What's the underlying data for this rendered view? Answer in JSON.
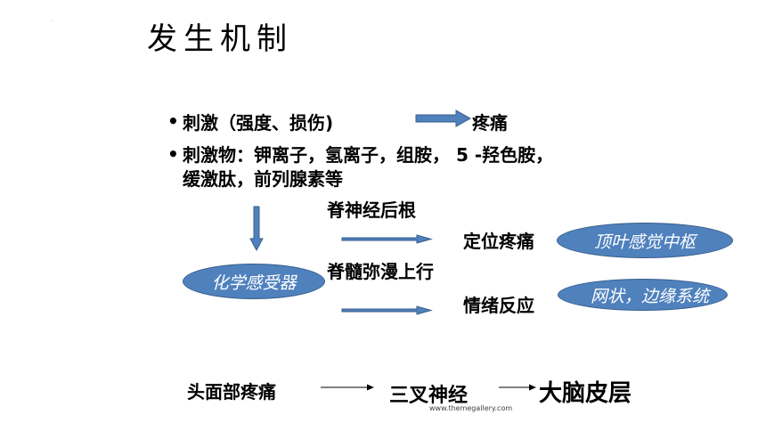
{
  "title": "发生机制",
  "corner_mark": ".",
  "bullets": {
    "b1_text": "刺激（强度、损伤)",
    "b1_result": "疼痛",
    "b2_line1": "刺激物：钾离子，氢离子，组胺， 5 -羟色胺，",
    "b2_line2": "缓激肽，前列腺素等",
    "dot": "•"
  },
  "pathway": {
    "dorsal_root": "脊神经后根",
    "receptor_oval": "化学感受器",
    "spinal_diffuse": "脊髓弥漫上行",
    "localization_pain": "定位疼痛",
    "parietal_oval": "顶叶感觉中枢",
    "emotional_response": "情绪反应",
    "limbic_oval": "网状，边缘系统"
  },
  "head_pain": {
    "source": "头面部疼痛",
    "nerve": "三叉神经",
    "cortex": "大脑皮层"
  },
  "footer_url": "www.themegallery.com",
  "colors": {
    "accent_fill": "#4f81bd",
    "accent_stroke": "#385d8a",
    "oval_fill": "#4f81bd",
    "oval_text": "#ffffff"
  }
}
